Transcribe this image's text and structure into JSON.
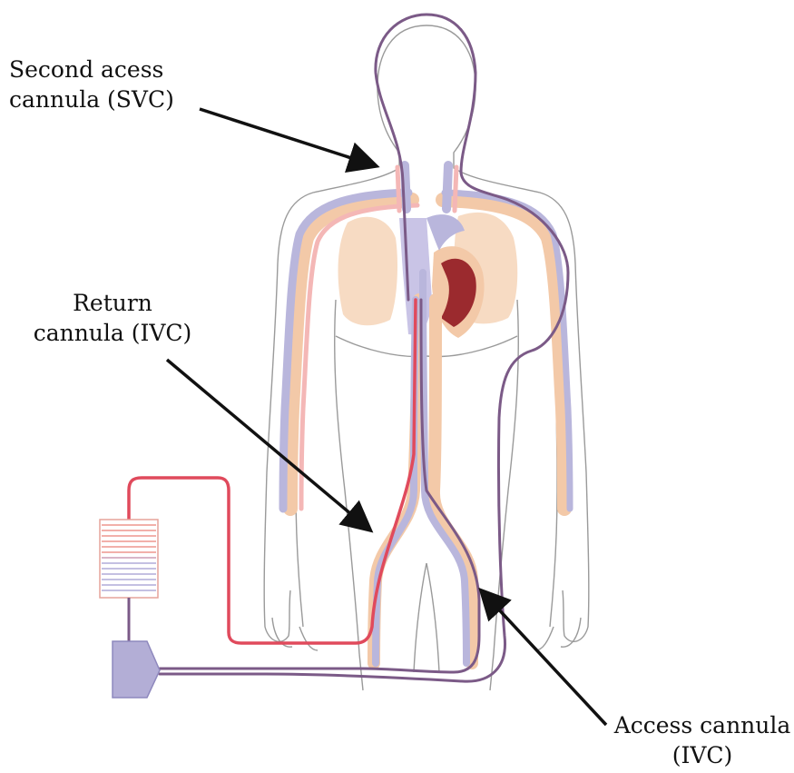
{
  "labels": {
    "svc": {
      "line1": "Second acess",
      "line2": "cannula (SVC)"
    },
    "return": {
      "line1": "Return",
      "line2": "cannula (IVC)"
    },
    "access": {
      "line1": "Access cannula",
      "line2": "(IVC)"
    }
  },
  "colors": {
    "body_outline": "#9a9a9a",
    "vein_blue": "#b9b6dc",
    "artery_peach": "#f3c9a8",
    "artery_pink": "#f4b7b6",
    "lung": "#f6d5b9",
    "heart_dark": "#9b2a2e",
    "heart_vessel": "#c9c4e6",
    "return_circuit": "#e04a5c",
    "access_circuit": "#7b5a87",
    "pump": "#b3aed6",
    "oxygenator_red": "#f2b0aa",
    "oxygenator_blue": "#c4c0e2",
    "arrow": "#111111"
  },
  "icons": {
    "pump": "centrifugal-pump-icon",
    "oxygenator": "oxygenator-icon"
  }
}
